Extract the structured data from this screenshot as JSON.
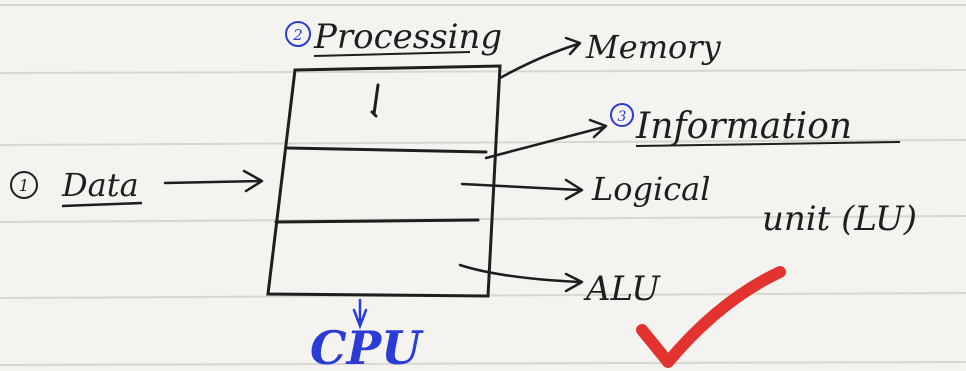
{
  "labels": {
    "processing": "Processing",
    "processing_num": "2",
    "memory": "Memory",
    "information": "Information",
    "information_num": "3",
    "data": "Data",
    "data_num": "1",
    "logical_unit_line1": "Logical",
    "logical_unit_line2": "unit (LU)",
    "alu": "ALU",
    "cpu": "CPU"
  },
  "colors": {
    "paper": "#f4f3ef",
    "rule_line": "#d9d6cf",
    "ink": "#1e1e1e",
    "blue_ink": "#2a3bd6",
    "red_ink": "#e2332f"
  }
}
